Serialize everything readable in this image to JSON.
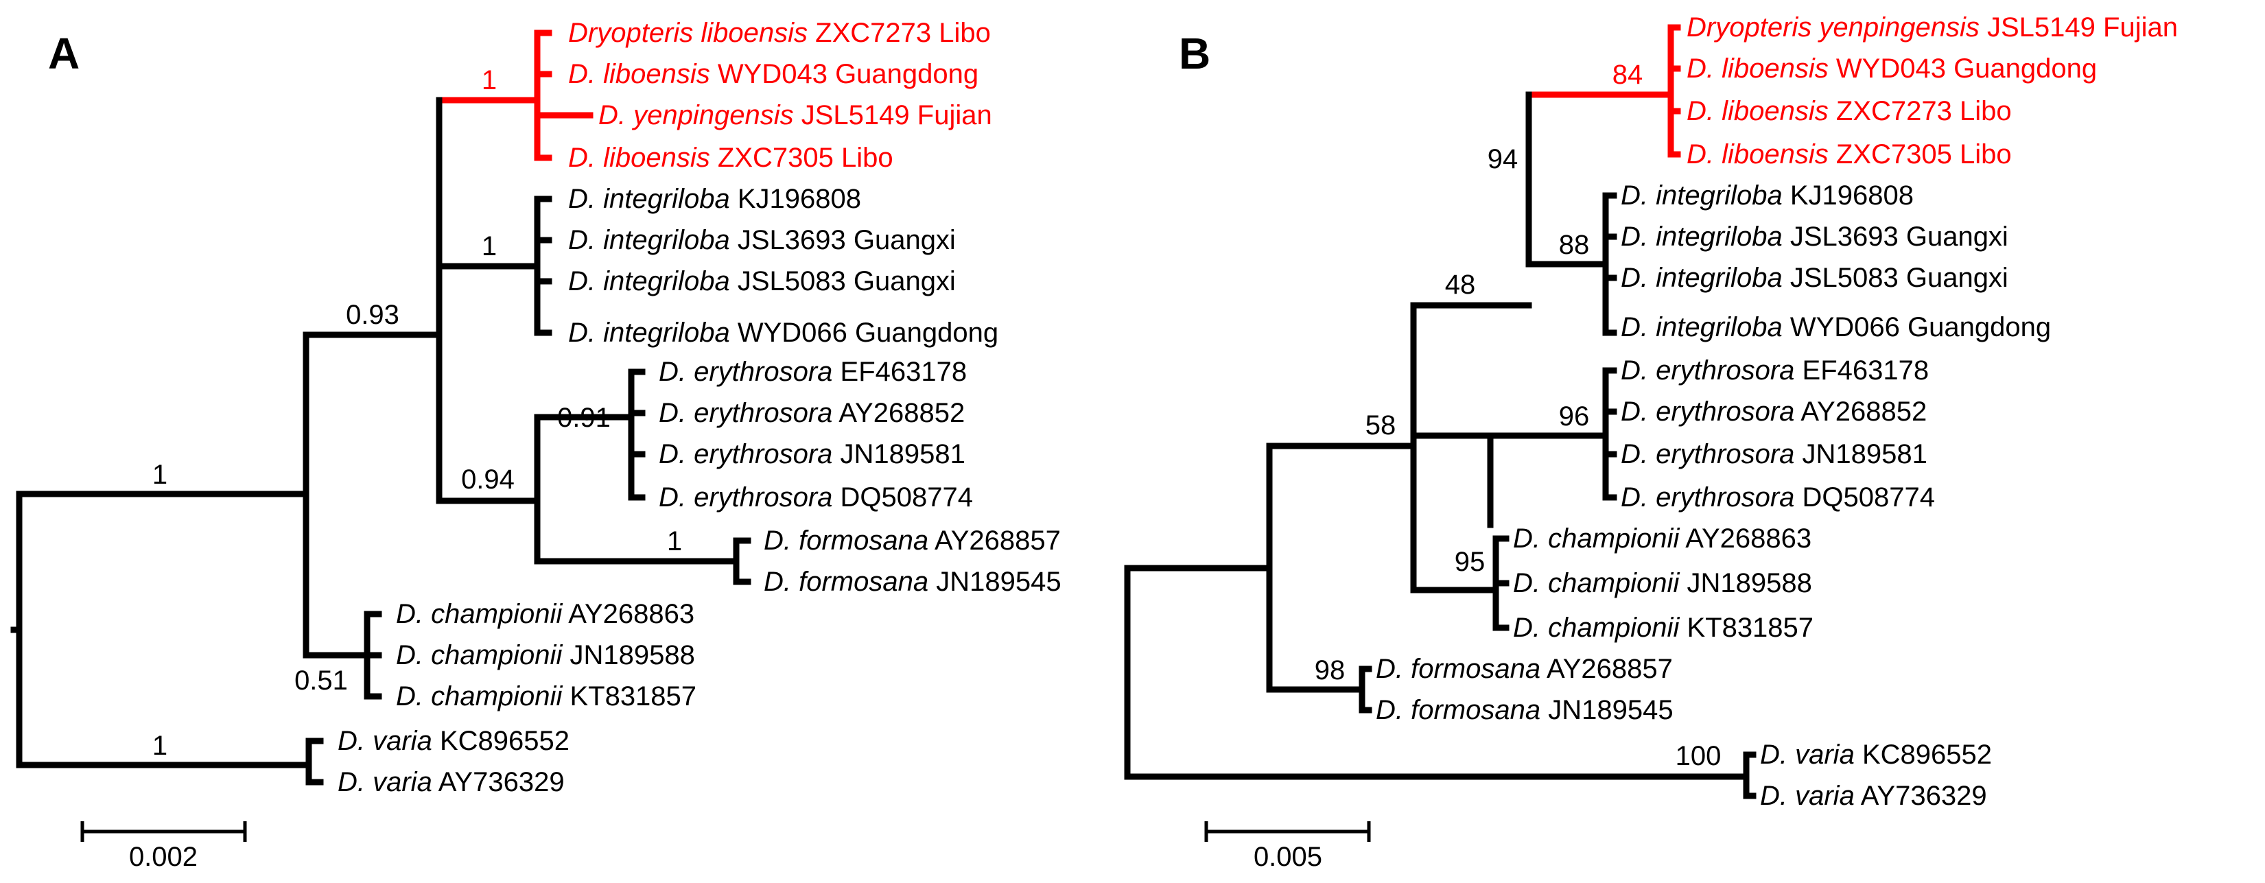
{
  "highlight_color": "#ff0000",
  "panel_a": {
    "letter": "A",
    "scale_label": "0.002",
    "taxa": [
      {
        "genus": "Dryopteris liboensis",
        "rest": "ZXC7273 Libo",
        "highlight": true
      },
      {
        "genus": "D. liboensis",
        "rest": "WYD043 Guangdong",
        "highlight": true
      },
      {
        "genus": "D. yenpingensis",
        "rest": "JSL5149 Fujian",
        "highlight": true
      },
      {
        "genus": "D. liboensis",
        "rest": "ZXC7305 Libo",
        "highlight": true
      },
      {
        "genus": "D. integriloba",
        "rest": "KJ196808",
        "highlight": false
      },
      {
        "genus": "D. integriloba",
        "rest": "JSL3693 Guangxi",
        "highlight": false
      },
      {
        "genus": "D. integriloba",
        "rest": "JSL5083 Guangxi",
        "highlight": false
      },
      {
        "genus": "D. integriloba",
        "rest": "WYD066 Guangdong",
        "highlight": false
      },
      {
        "genus": "D. erythrosora",
        "rest": "EF463178",
        "highlight": false
      },
      {
        "genus": "D. erythrosora",
        "rest": "AY268852",
        "highlight": false
      },
      {
        "genus": "D. erythrosora",
        "rest": "JN189581",
        "highlight": false
      },
      {
        "genus": "D. erythrosora",
        "rest": "DQ508774",
        "highlight": false
      },
      {
        "genus": "D. formosana",
        "rest": "AY268857",
        "highlight": false
      },
      {
        "genus": "D. formosana",
        "rest": "JN189545",
        "highlight": false
      },
      {
        "genus": "D. championii",
        "rest": "AY268863",
        "highlight": false
      },
      {
        "genus": "D. championii",
        "rest": "JN189588",
        "highlight": false
      },
      {
        "genus": "D. championii",
        "rest": "KT831857",
        "highlight": false
      },
      {
        "genus": "D. varia",
        "rest": "KC896552",
        "highlight": false
      },
      {
        "genus": "D. varia",
        "rest": "AY736329",
        "highlight": false
      }
    ],
    "supports": [
      "1",
      "1",
      "0.93",
      "0.91",
      "0.94",
      "1",
      "1",
      "0.51",
      "1"
    ]
  },
  "panel_b": {
    "letter": "B",
    "scale_label": "0.005",
    "taxa": [
      {
        "genus": "Dryopteris yenpingensis",
        "rest": "JSL5149 Fujian",
        "highlight": true
      },
      {
        "genus": "D. liboensis",
        "rest": "WYD043 Guangdong",
        "highlight": true
      },
      {
        "genus": "D. liboensis",
        "rest": "ZXC7273 Libo",
        "highlight": true
      },
      {
        "genus": "D. liboensis",
        "rest": "ZXC7305 Libo",
        "highlight": true
      },
      {
        "genus": "D. integriloba",
        "rest": "KJ196808",
        "highlight": false
      },
      {
        "genus": "D. integriloba",
        "rest": "JSL3693 Guangxi",
        "highlight": false
      },
      {
        "genus": "D. integriloba",
        "rest": "JSL5083 Guangxi",
        "highlight": false
      },
      {
        "genus": "D. integriloba",
        "rest": "WYD066 Guangdong",
        "highlight": false
      },
      {
        "genus": "D. erythrosora",
        "rest": "EF463178",
        "highlight": false
      },
      {
        "genus": "D. erythrosora",
        "rest": "AY268852",
        "highlight": false
      },
      {
        "genus": "D. erythrosora",
        "rest": "JN189581",
        "highlight": false
      },
      {
        "genus": "D. erythrosora",
        "rest": "DQ508774",
        "highlight": false
      },
      {
        "genus": "D. championii",
        "rest": "AY268863",
        "highlight": false
      },
      {
        "genus": "D. championii",
        "rest": "JN189588",
        "highlight": false
      },
      {
        "genus": "D. championii",
        "rest": "KT831857",
        "highlight": false
      },
      {
        "genus": "D. formosana",
        "rest": "AY268857",
        "highlight": false
      },
      {
        "genus": "D. formosana",
        "rest": "JN189545",
        "highlight": false
      },
      {
        "genus": "D. varia",
        "rest": "KC896552",
        "highlight": false
      },
      {
        "genus": "D. varia",
        "rest": "AY736329",
        "highlight": false
      }
    ],
    "supports": [
      "84",
      "94",
      "88",
      "48",
      "96",
      "58",
      "95",
      "98",
      "100"
    ]
  }
}
